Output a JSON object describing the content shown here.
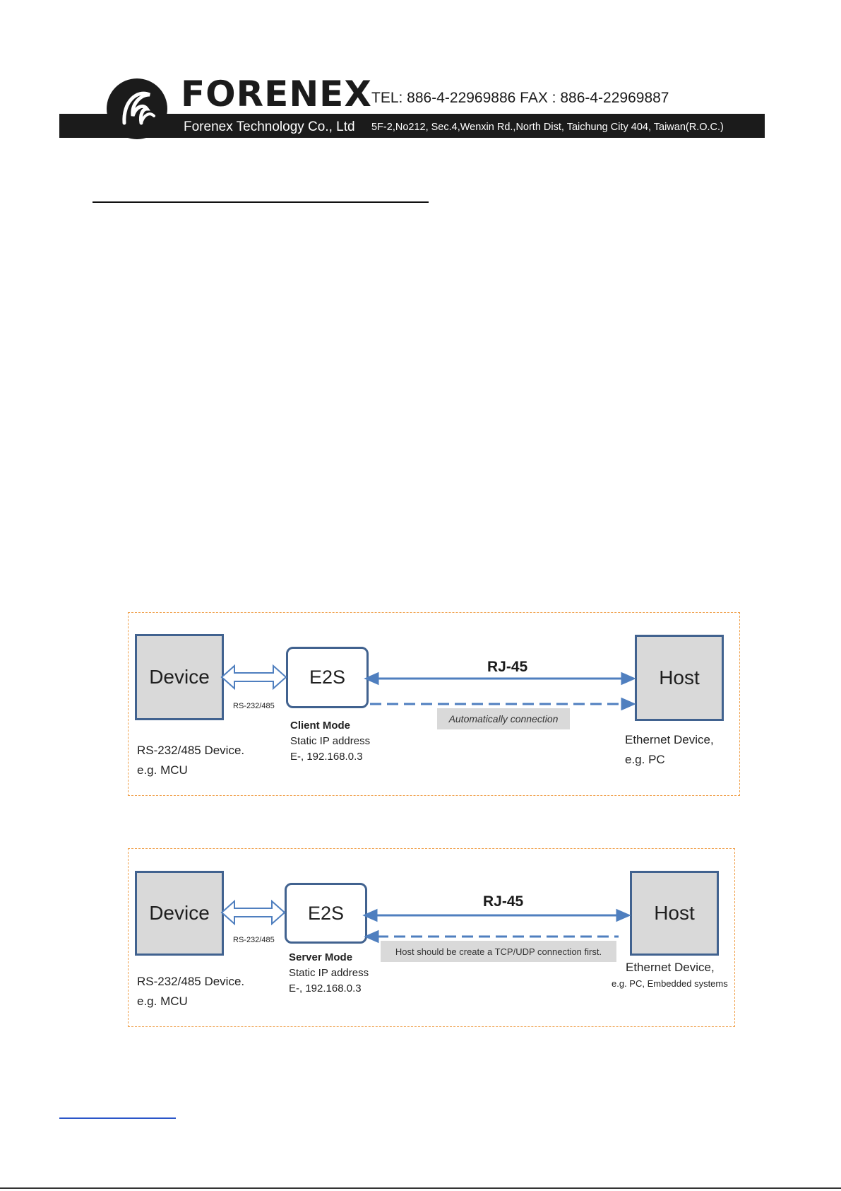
{
  "header": {
    "brand": "FORENEX",
    "tel_fax": "TEL: 886-4-22969886  FAX : 886-4-22969887",
    "company": "Forenex Technology Co., Ltd",
    "address": "5F-2,No212, Sec.4,Wenxin Rd.,North Dist, Taichung City 404, Taiwan(R.O.C.)",
    "logo_icon": "forenex-logo-icon"
  },
  "diagrams": [
    {
      "device_label": "Device",
      "e2s_label": "E2S",
      "host_label": "Host",
      "link_label": "RS-232/485",
      "rj45_label": "RJ-45",
      "note": "Automatically connection",
      "mode_line1": "Client Mode",
      "mode_line2": "Static IP address",
      "mode_line3": "E-, 192.168.0.3",
      "device_desc1": "RS-232/485 Device.",
      "device_desc2": "e.g. MCU",
      "host_desc1": "Ethernet Device,",
      "host_desc2": "e.g. PC"
    },
    {
      "device_label": "Device",
      "e2s_label": "E2S",
      "host_label": "Host",
      "link_label": "RS-232/485",
      "rj45_label": "RJ-45",
      "note": "Host should be create a TCP/UDP connection first.",
      "mode_line1": "Server Mode",
      "mode_line2": "Static IP address",
      "mode_line3": "E-, 192.168.0.3",
      "device_desc1": "RS-232/485 Device.",
      "device_desc2": "e.g. MCU",
      "host_desc1": "Ethernet Device,",
      "host_desc2": "e.g. PC, Embedded systems"
    }
  ],
  "colors": {
    "box_border": "#41628f",
    "arrow": "#4f7fbf",
    "dashed_frame": "#f0a04b",
    "box_fill": "#d9d9d9"
  }
}
